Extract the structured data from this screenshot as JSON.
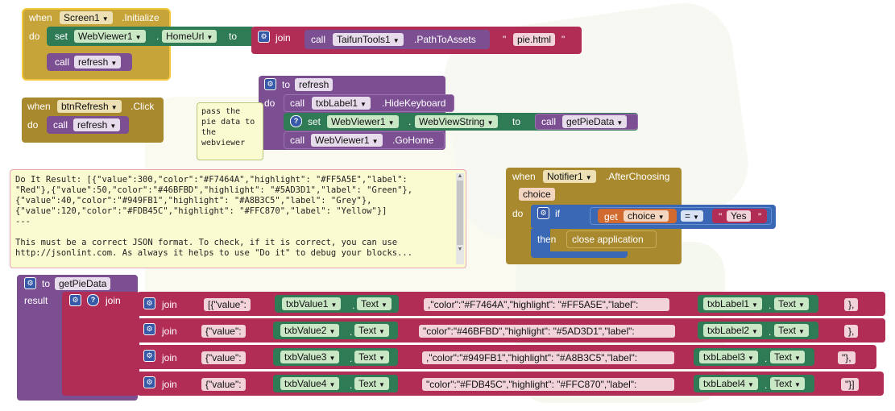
{
  "screen_init": {
    "when": "when",
    "component": "Screen1",
    "event": ".Initialize",
    "do": "do",
    "set": "set",
    "target": "WebViewer1",
    "dot": ".",
    "prop": "HomeUrl",
    "to": "to",
    "join": "join",
    "call": "call",
    "tools": "TaifunTools1",
    "method": ".PathToAssets",
    "file": "pie.html",
    "call2": "call",
    "proc": "refresh"
  },
  "btn_click": {
    "when": "when",
    "component": "btnRefresh",
    "event": ".Click",
    "do": "do",
    "call": "call",
    "proc": "refresh"
  },
  "refresh_proc": {
    "to": "to",
    "name": "refresh",
    "do": "do",
    "call1": "call",
    "label1": "txbLabel1",
    "method1": ".HideKeyboard",
    "set": "set",
    "webviewer": "WebViewer1",
    "dot": ".",
    "prop": "WebViewString",
    "to2": "to",
    "call2": "call",
    "getpie": "getPieData",
    "call3": "call",
    "webviewer2": "WebViewer1",
    "method3": ".GoHome"
  },
  "comment_small": "pass the pie data to the webviewer",
  "do_it_result": {
    "lines": [
      "Do It Result: [{\"value\":300,\"color\":\"#F7464A\",\"highlight\": \"#FF5A5E\",\"label\":",
      "\"Red\"},{\"value\":50,\"color\":\"#46BFBD\",\"highlight\": \"#5AD3D1\",\"label\": \"Green\"},",
      "{\"value\":40,\"color\":\"#949FB1\",\"highlight\": \"#A8B3C5\",\"label\": \"Grey\"},",
      "{\"value\":120,\"color\":\"#FDB45C\",\"highlight\": \"#FFC870\",\"label\": \"Yellow\"}]",
      "---",
      "",
      "This must be a correct JSON format. To check, if it is correct, you can use",
      "http://jsonlint.com. As always it helps to use \"Do it\" to debug your blocks..."
    ]
  },
  "notifier": {
    "when": "when",
    "component": "Notifier1",
    "event": ".AfterChoosing",
    "param": "choice",
    "do": "do",
    "if": "if",
    "get": "get",
    "var": "choice",
    "op": "=",
    "value": "Yes",
    "then": "then",
    "action": "close application"
  },
  "getpie_proc": {
    "to": "to",
    "name": "getPieData",
    "result": "result",
    "join": "join",
    "rows": [
      {
        "join": "join",
        "s1": "[{\"value\": ",
        "comp1": "txbValue1",
        "dot1": ".",
        "text1": "Text",
        "s2": ",\"color\":\"#F7464A\",\"highlight\": \"#FF5A5E\",\"label\": ",
        "comp2": "txbLabel1",
        "dot2": ".",
        "text2": "Text",
        "s3": "},"
      },
      {
        "join": "join",
        "s1": "{\"value\": ",
        "comp1": "txbValue2",
        "dot1": ".",
        "text1": "Text",
        "s2": "\"color\":\"#46BFBD\",\"highlight\": \"#5AD3D1\",\"label\": ",
        "comp2": "txbLabel2",
        "dot2": ".",
        "text2": "Text",
        "s3": "},"
      },
      {
        "join": "join",
        "s1": "{\"value\": ",
        "comp1": "txbValue3",
        "dot1": ".",
        "text1": "Text",
        "s2": ",\"color\":\"#949FB1\",\"highlight\": \"#A8B3C5\",\"label\": ",
        "comp2": "txbLabel3",
        "dot2": ".",
        "text2": "Text",
        "s3": "\"},"
      },
      {
        "join": "join",
        "s1": "{\"value\": ",
        "comp1": "txbValue4",
        "dot1": ".",
        "text1": "Text",
        "s2": "\"color\":\"#FDB45C\",\"highlight\": \"#FFC870\",\"label\": ",
        "comp2": "txbLabel4",
        "dot2": ".",
        "text2": "Text",
        "s3": "\"}]"
      }
    ]
  },
  "colors": {
    "event": "#a8892e",
    "procedure": "#7c4f93",
    "setter": "#2f7b55",
    "text": "#b12d56",
    "control": "#3a68b5",
    "variable": "#d06a2f"
  }
}
